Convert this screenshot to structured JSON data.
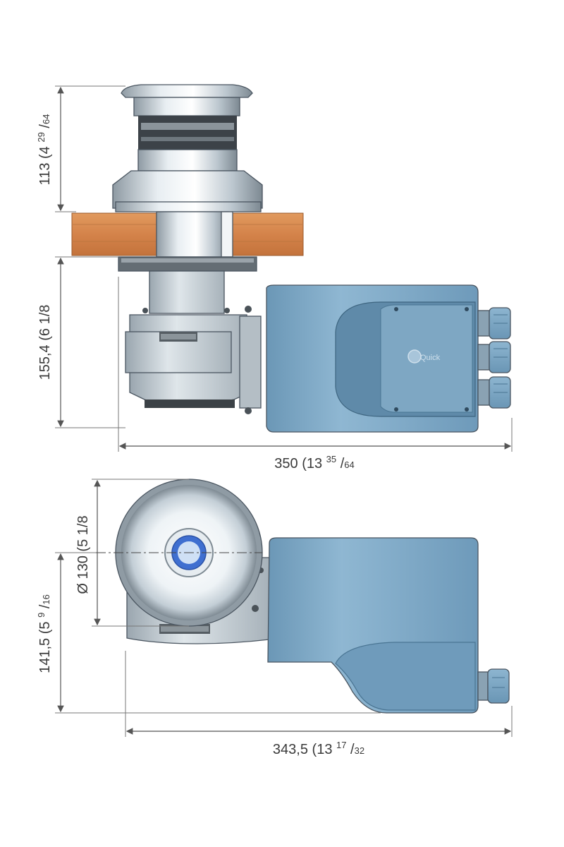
{
  "dimensions": {
    "capstan_height": {
      "value": "113",
      "imperial_whole": "4",
      "imperial_num": "29",
      "imperial_den": "64"
    },
    "below_deck_height": {
      "value": "155,4",
      "imperial": "6 1/8"
    },
    "side_length": {
      "value": "350",
      "imperial_whole": "13",
      "imperial_num": "35",
      "imperial_den": "64"
    },
    "drum_diameter": {
      "value": "Ø 130",
      "imperial": "5 1/8"
    },
    "top_depth": {
      "value": "141,5",
      "imperial_whole": "5",
      "imperial_num": "9",
      "imperial_den": "16"
    },
    "top_length": {
      "value": "343,5",
      "imperial_whole": "13",
      "imperial_num": "17",
      "imperial_den": "32"
    }
  },
  "logo": {
    "text": "Quick"
  },
  "colors": {
    "motor_blue": "#7fa9c6",
    "motor_blue_dark": "#4f7f9f",
    "deck_wood": "#d98a4e",
    "steel": "#c9d4dc",
    "steel_dark": "#6f7b84"
  }
}
